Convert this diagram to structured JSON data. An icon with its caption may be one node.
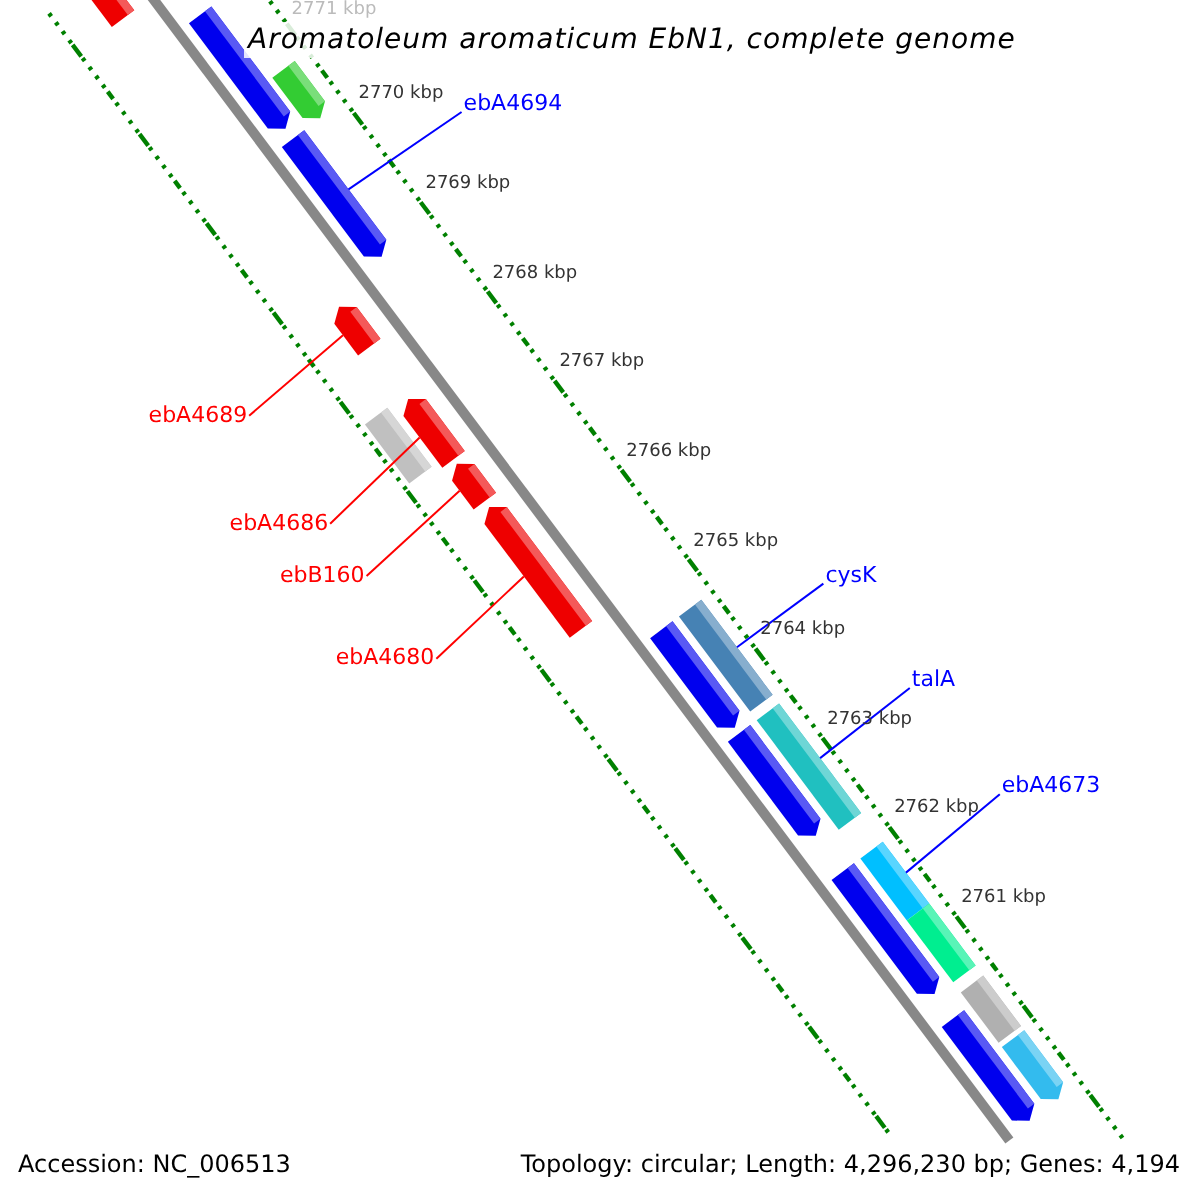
{
  "diagram": {
    "title": "Aromatoleum aromaticum EbN1, complete genome",
    "nodes": [
      {
        "text": [],
        "shape": "arrow"
      },
      {
        "text": [],
        "shape": "arrow"
      },
      {
        "text": [],
        "shape": "arrow"
      },
      {
        "text": [
          "ebA4694"
        ]
      },
      {
        "text": [],
        "shape": "arrow"
      },
      {
        "text": [
          "ebA4689"
        ]
      },
      {
        "text": [],
        "shape": "arrow"
      },
      {
        "text": [],
        "shape": "bar"
      },
      {
        "text": [],
        "shape": "arrow"
      },
      {
        "text": [
          "ebA4686"
        ]
      },
      {
        "text": [],
        "shape": "arrow"
      },
      {
        "text": [
          "ebB160"
        ]
      },
      {
        "text": [],
        "shape": "arrow"
      },
      {
        "text": [
          "ebA4680"
        ]
      },
      {
        "text": [
          "cysK"
        ]
      },
      {
        "text": [],
        "shape": "bar"
      },
      {
        "text": [],
        "shape": "arrow"
      },
      {
        "text": [
          "talA"
        ]
      },
      {
        "text": [],
        "shape": "bar"
      },
      {
        "text": [],
        "shape": "arrow"
      },
      {
        "text": [
          "ebA4673"
        ]
      },
      {
        "text": [],
        "shape": "bar"
      },
      {
        "text": [],
        "shape": "bar"
      },
      {
        "text": [],
        "shape": "arrow"
      },
      {
        "text": [],
        "shape": "bar"
      },
      {
        "text": [],
        "shape": "arrow"
      },
      {
        "text": [],
        "shape": "arrow"
      }
    ],
    "edges": [
      {
        "from": 3,
        "to": 4,
        "arrow": "none",
        "color": "#0000ff"
      },
      {
        "from": 5,
        "to": 6,
        "arrow": "none",
        "color": "#ff0000"
      },
      {
        "from": 9,
        "to": 8,
        "arrow": "none",
        "color": "#ff0000"
      },
      {
        "from": 11,
        "to": 10,
        "arrow": "none",
        "color": "#ff0000"
      },
      {
        "from": 13,
        "to": 12,
        "arrow": "none",
        "color": "#ff0000"
      },
      {
        "from": 14,
        "to": 15,
        "arrow": "none",
        "color": "#0000ff"
      },
      {
        "from": 17,
        "to": 18,
        "arrow": "none",
        "color": "#0000ff"
      },
      {
        "from": 20,
        "to": 21,
        "arrow": "none",
        "color": "#0000ff"
      }
    ],
    "labels": [
      "2771 kbp",
      "2770 kbp",
      "2769 kbp",
      "2768 kbp",
      "2767 kbp",
      "2766 kbp",
      "2765 kbp",
      "2764 kbp",
      "2763 kbp",
      "2762 kbp",
      "2761 kbp",
      "Accession: NC_006513",
      "Topology: circular; Length: 4,296,230 bp; Genes: 4,194"
    ]
  }
}
